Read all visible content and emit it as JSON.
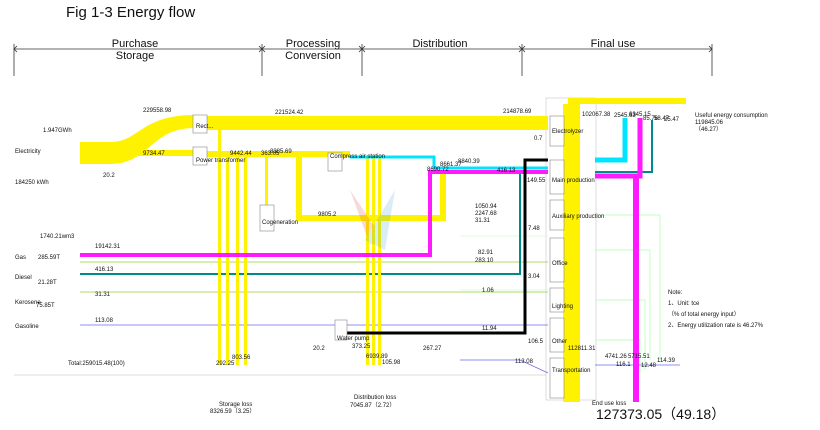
{
  "title": "Fig 1-3 Energy flow",
  "stages": [
    {
      "key": "purchase",
      "label": "Purchase\nStorage"
    },
    {
      "key": "processing",
      "label": "Processing\nConversion"
    },
    {
      "key": "distribution",
      "label": "Distribution"
    },
    {
      "key": "final",
      "label": "Final use"
    }
  ],
  "sources": {
    "electricity": "Electricity",
    "electricity_gwh": "1.947GWh",
    "electricity_kwh": "184250 kWh",
    "gas": "Gas",
    "gas_amount": "285.59T",
    "gas_vol": "1740.21wm3",
    "diesel": "Diesel",
    "diesel_amount": "21.28T",
    "kerosene": "Kerosene",
    "kerosene_amount": "75.85T",
    "gasoline": "Gasoline",
    "total": "Total:259015.48(100)"
  },
  "nodes": {
    "rect": "Rect...",
    "transformer": "Power transformer",
    "cogeneration": "Cogeneration",
    "compress": "Compress air station",
    "water_pump": "Water pump",
    "electrolyzer": "Electrolyzer",
    "main_production": "Main production",
    "auxiliary": "Auxiliary production",
    "office": "Office",
    "lighting": "Lighting",
    "other": "Other",
    "transportation": "Transportation"
  },
  "values": {
    "v229558": "229558.98",
    "v221524": "221524.42",
    "v214878": "214878.69",
    "v102067": "102067.38",
    "v9734": "9734.47",
    "v9442": "9442.44",
    "v363": "363.05",
    "v8385": "8385.69",
    "v202a": "20.2",
    "v9805": "9805.2",
    "v19142": "19142.31",
    "v416a": "416.13",
    "v3131a": "31.31",
    "v11308": "113.08",
    "v8661": "8661.37",
    "v8840": "8840.39",
    "v8690": "8690.72",
    "v416b": "416.13",
    "v14955": "149.55",
    "v07": "0.7",
    "v1050": "1050.94",
    "v2247": "2247.68",
    "v3131b": "31.31",
    "v748": "7.48",
    "v8291": "82.91",
    "v28310": "283.10",
    "v304": "3.04",
    "v106": "1.06",
    "v1194": "11.94",
    "v1065": "106.5",
    "v11281": "112811.31",
    "v11308b": "113.08",
    "v26727": "267.27",
    "v202b": "20.2",
    "v37325": "373.25",
    "v6939": "6939.89",
    "v10598": "105.98",
    "v2923": "292.25",
    "v8035": "803.56",
    "v4741": "4741.26",
    "v5715": "5715.51",
    "v1161": "116.1",
    "v1248": "12.48",
    "v11439": "114.39",
    "v2545": "2545.63",
    "v6345": "6345.15",
    "v8576": "85.76",
    "v5847": "58.47",
    "v2547": "25.47"
  },
  "losses": {
    "storage_label": "Storage loss",
    "storage_value": "8326.59（3.25）",
    "distribution_label": "Distribution loss",
    "distribution_value": "7045.87（2.72）",
    "end_label": "End use loss",
    "end_value": "127373.05（49.18）"
  },
  "useful": "Useful  energy consumption\n119845.06\n（46.27）",
  "note": "Note:\n1、Unit: tce\n  （% of total energy input）\n2、Energy utilization rate is 46.27%",
  "colors": {
    "electricity": "#fff200",
    "gas": "#ff1aff",
    "diesel": "#008b8b",
    "kerosene": "#9acd32",
    "gasoline": "#6a6af0",
    "cyan": "#00e5ff",
    "black": "#000000",
    "frame": "#333333"
  }
}
